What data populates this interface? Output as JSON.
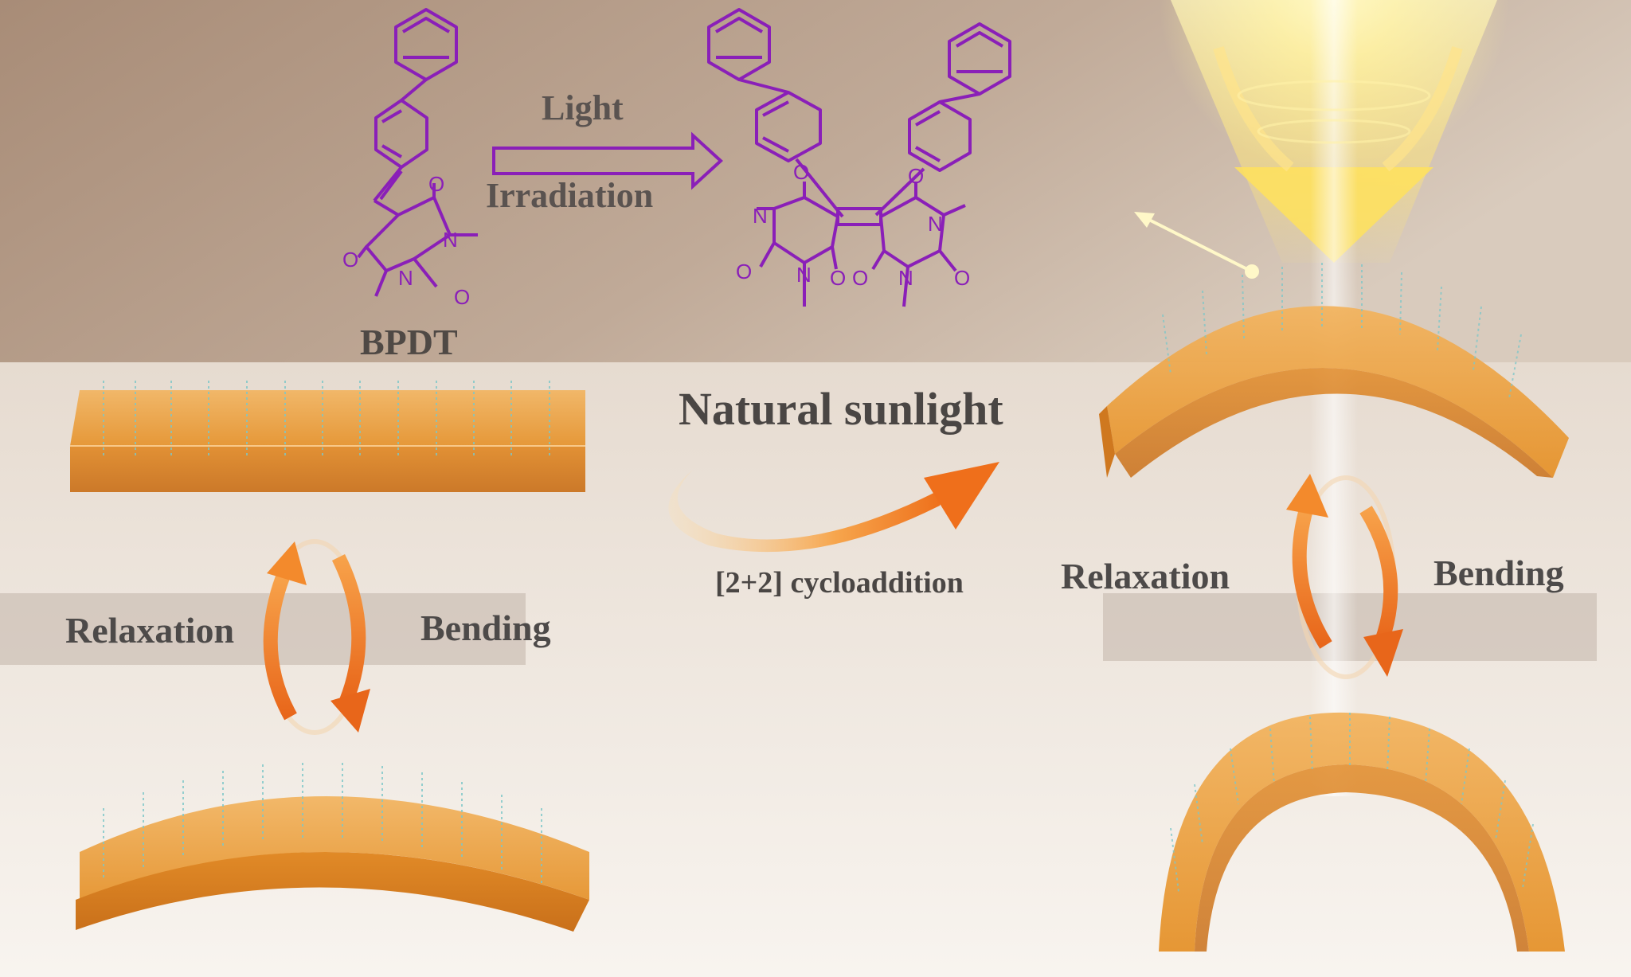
{
  "reaction": {
    "arrow_top_label": "Light",
    "arrow_bottom_label": "Irradiation",
    "reactant_name": "BPDT"
  },
  "process": {
    "title": "Natural sunlight",
    "subtitle": "[2+2] cycloaddition"
  },
  "left_cycle": {
    "left_label": "Relaxation",
    "right_label": "Bending"
  },
  "right_cycle": {
    "left_label": "Relaxation",
    "right_label": "Bending"
  },
  "atoms": {
    "oxygen": "O",
    "nitrogen": "N"
  },
  "colors": {
    "molecule": "#8a1fb8",
    "crystal": "#e8952e",
    "arrow": "#f07a1e",
    "text": "#4d4a49",
    "background_top": "#a88c77",
    "background_bottom": "#f7f2ec"
  }
}
